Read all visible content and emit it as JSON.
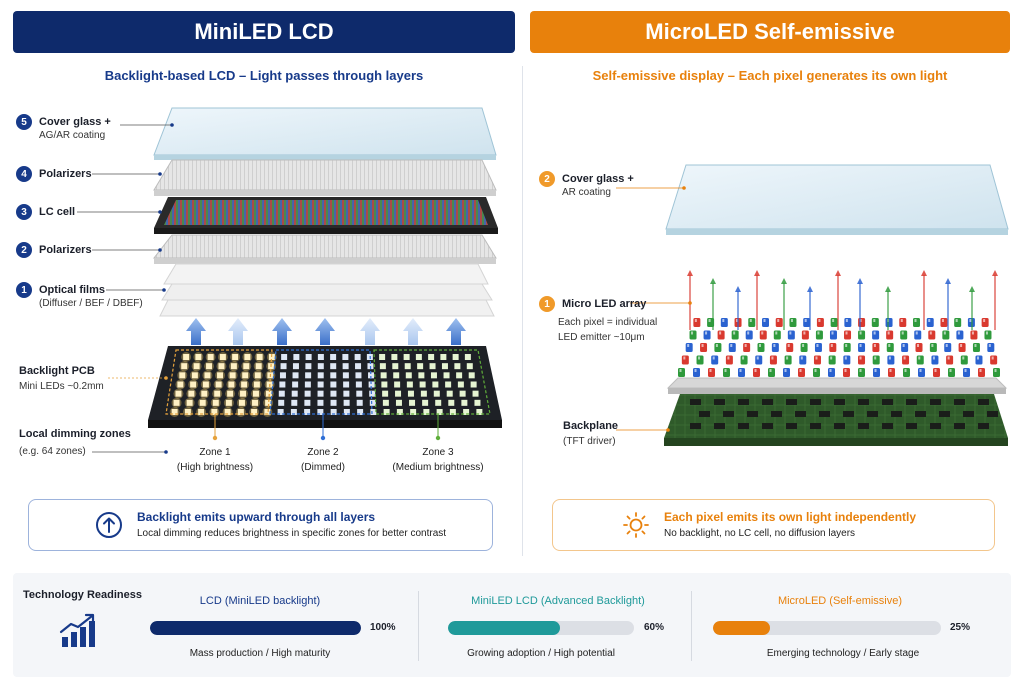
{
  "left": {
    "title": "MiniLED LCD",
    "subtitle": "Backlight-based LCD – Light passes through layers",
    "layers": [
      {
        "num": "5",
        "label": "Cover glass +",
        "sub": "AG/AR coating"
      },
      {
        "num": "4",
        "label": "Polarizers",
        "sub": ""
      },
      {
        "num": "3",
        "label": "LC cell",
        "sub": ""
      },
      {
        "num": "2",
        "label": "Polarizers",
        "sub": ""
      },
      {
        "num": "1",
        "label": "Optical films",
        "sub": "(Diffuser / BEF / DBEF)"
      }
    ],
    "backlight": {
      "label": "Backlight PCB",
      "sub": "Mini LEDs ~0.2mm"
    },
    "dimming": {
      "label": "Local dimming zones",
      "sub": "(e.g. 64 zones)"
    },
    "zones": [
      {
        "name": "Zone 1",
        "desc": "(High brightness)",
        "color": "#e6a23c"
      },
      {
        "name": "Zone 2",
        "desc": "(Dimmed)",
        "color": "#2f6fd6"
      },
      {
        "name": "Zone 3",
        "desc": "(Medium brightness)",
        "color": "#5fae3a"
      }
    ],
    "callout": {
      "icon": "arrow-up-circle-icon",
      "title": "Backlight emits upward through all layers",
      "text": "Local dimming reduces brightness in specific zones for better contrast"
    }
  },
  "right": {
    "title": "MicroLED Self-emissive",
    "subtitle": "Self-emissive display – Each pixel generates its own light",
    "cover": {
      "num": "2",
      "label": "Cover glass +",
      "sub": "AR coating"
    },
    "array": {
      "num": "1",
      "label": "Micro LED array",
      "sub1": "Each pixel = individual",
      "sub2": "LED emitter ~10μm"
    },
    "backplane": {
      "label": "Backplane",
      "sub": "(TFT driver)"
    },
    "callout": {
      "icon": "sun-icon",
      "title": "Each pixel emits its own light independently",
      "text": "No backlight, no LC cell, no diffusion layers"
    }
  },
  "readiness": {
    "title": "Technology Readiness",
    "icon": "growth-chart-icon",
    "items": [
      {
        "name": "LCD (MiniLED backlight)",
        "percent": 100,
        "percent_label": "100%",
        "desc": "Mass production / High maturity",
        "color": "#0e2a6b"
      },
      {
        "name": "MiniLED LCD (Advanced Backlight)",
        "percent": 60,
        "percent_label": "60%",
        "desc": "Growing adoption / High potential",
        "color": "#1f9a9a"
      },
      {
        "name": "MicroLED (Self-emissive)",
        "percent": 25,
        "percent_label": "25%",
        "desc": "Emerging technology / Early stage",
        "color": "#e8810c"
      }
    ]
  },
  "colors": {
    "navy": "#0e2a6b",
    "orange": "#e8810c",
    "teal": "#1f9a9a"
  }
}
